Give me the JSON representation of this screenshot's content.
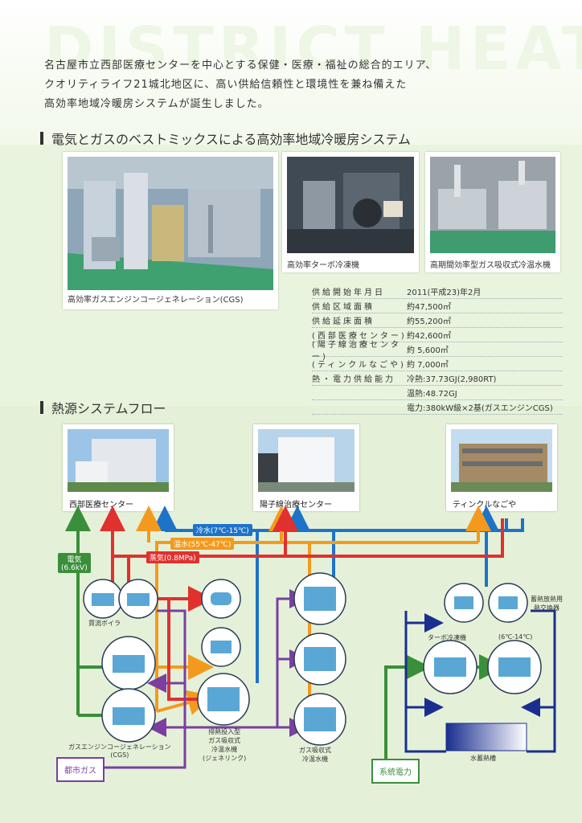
{
  "background_word": "DISTRICT HEAT",
  "intro": {
    "line1": "名古屋市立西部医療センターを中心とする保健・医療・福祉の総合的エリア、",
    "line2": "クオリティライフ21城北地区に、高い供給信頼性と環境性を兼ね備えた",
    "line3": "高効率地域冷暖房システムが誕生しました。"
  },
  "section1": {
    "title": "電気とガスのベストミックスによる高効率地域冷暖房システム",
    "photos": {
      "cgs": "高効率ガスエンジンコージェネレーション(CGS)",
      "turbo": "高効率ターボ冷凍機",
      "absorption": "高期間効率型ガス吸収式冷温水機"
    }
  },
  "specs": [
    {
      "k": "供給開始年月日",
      "v": "2011(平成23)年2月"
    },
    {
      "k": "供給区域面積",
      "v": "約47,500㎡"
    },
    {
      "k": "供給延床面積",
      "v": "約55,200㎡"
    },
    {
      "k": "(西部医療センター)",
      "v": "約42,600㎡"
    },
    {
      "k": "(陽子線治療センター)",
      "v": "約 5,600㎡"
    },
    {
      "k": "(ティンクルなごや)",
      "v": "約 7,000㎡"
    },
    {
      "k": "熱・電力供給能力",
      "v": "冷熱:37.73GJ(2,980RT)"
    },
    {
      "k": "",
      "v": "温熱:48.72GJ"
    },
    {
      "k": "",
      "v": "電力:380kW級×2基(ガスエンジンCGS)"
    }
  ],
  "section2": {
    "title": "熱源システムフロー",
    "buildings": {
      "b1": "西部医療センター",
      "b2": "陽子線治療センター",
      "b3": "ティンクルなごや"
    },
    "pipes": {
      "chilled": "冷水(7℃-15℃)",
      "hot": "温水(55℃-47℃)",
      "steam": "蒸気(0.8MPa)",
      "electric": "電気\n(6.6kV)"
    },
    "labels": {
      "boiler": "貫流ボイラ",
      "cgs": "ガスエンジンコージェネレーション\n(CGS)",
      "exhaust": "排熱投入型\nガス吸収式\n冷温水機\n(ジェネリンク)",
      "gas_abs": "ガス吸収式\n冷温水機",
      "turbo": "ターボ冷凍機",
      "hx": "蓄熱放熱用\n熱交換器",
      "temp": "(6℃-14℃)",
      "tank": "水蓄熱槽",
      "city_gas": "都市ガス",
      "grid": "系統電力"
    }
  },
  "colors": {
    "electric": "#3a8f3a",
    "steam": "#e0312f",
    "hot": "#f39a1e",
    "chilled": "#1e73c9",
    "gas": "#7a3fa0",
    "cooling": "#1a2e8f",
    "equip": "#5aa7d6"
  }
}
